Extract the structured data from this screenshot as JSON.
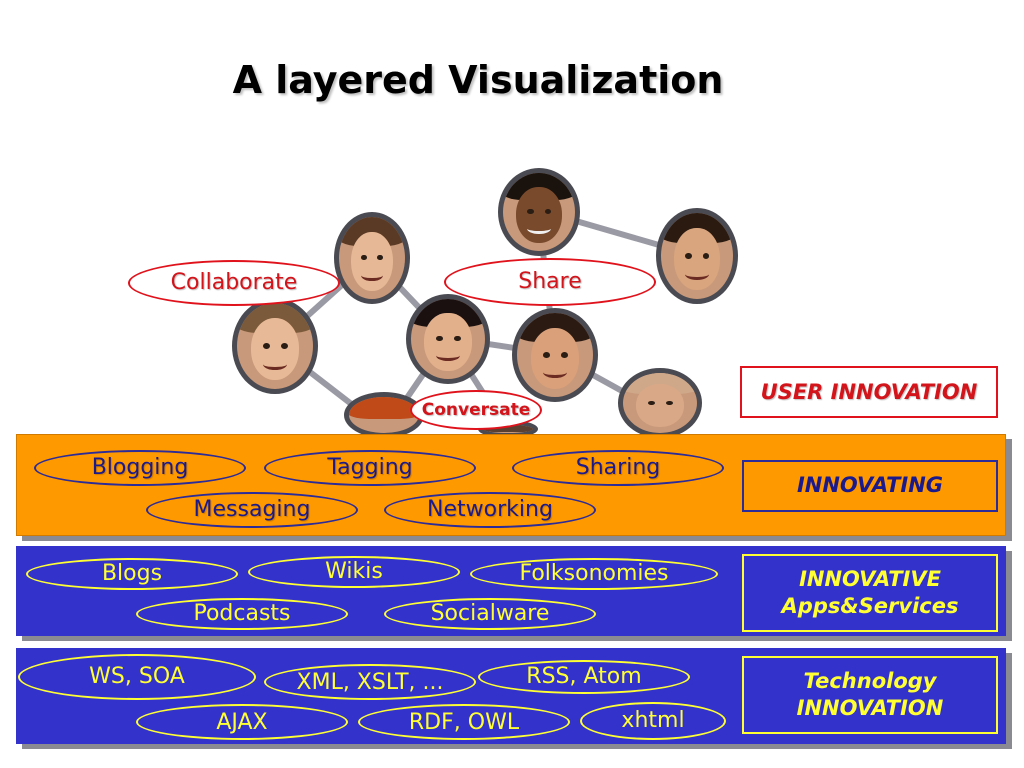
{
  "title": "A layered Visualization",
  "user_layer": {
    "verbs": [
      "Collaborate",
      "Share",
      "Conversate"
    ],
    "label": "USER INNOVATION"
  },
  "innovating_layer": {
    "items": [
      "Blogging",
      "Tagging",
      "Sharing",
      "Messaging",
      "Networking"
    ],
    "label": "INNOVATING"
  },
  "apps_layer": {
    "items": [
      "Blogs",
      "Wikis",
      "Folksonomies",
      "Podcasts",
      "Socialware"
    ],
    "label_line1": "INNOVATIVE",
    "label_line2": "Apps&Services"
  },
  "tech_layer": {
    "items": [
      "WS, SOA",
      "XML, XSLT, ...",
      "RSS, Atom",
      "AJAX",
      "RDF, OWL",
      "xhtml"
    ],
    "label_line1": "Technology",
    "label_line2": "INNOVATION"
  },
  "colors": {
    "orange_band": "#ff9900",
    "blue_band": "#3333cc",
    "red_accent": "#e0121b",
    "yellow_text": "#ffff33",
    "navy_text": "#1a1a8c"
  },
  "icons": [
    "person-photo-icon"
  ]
}
